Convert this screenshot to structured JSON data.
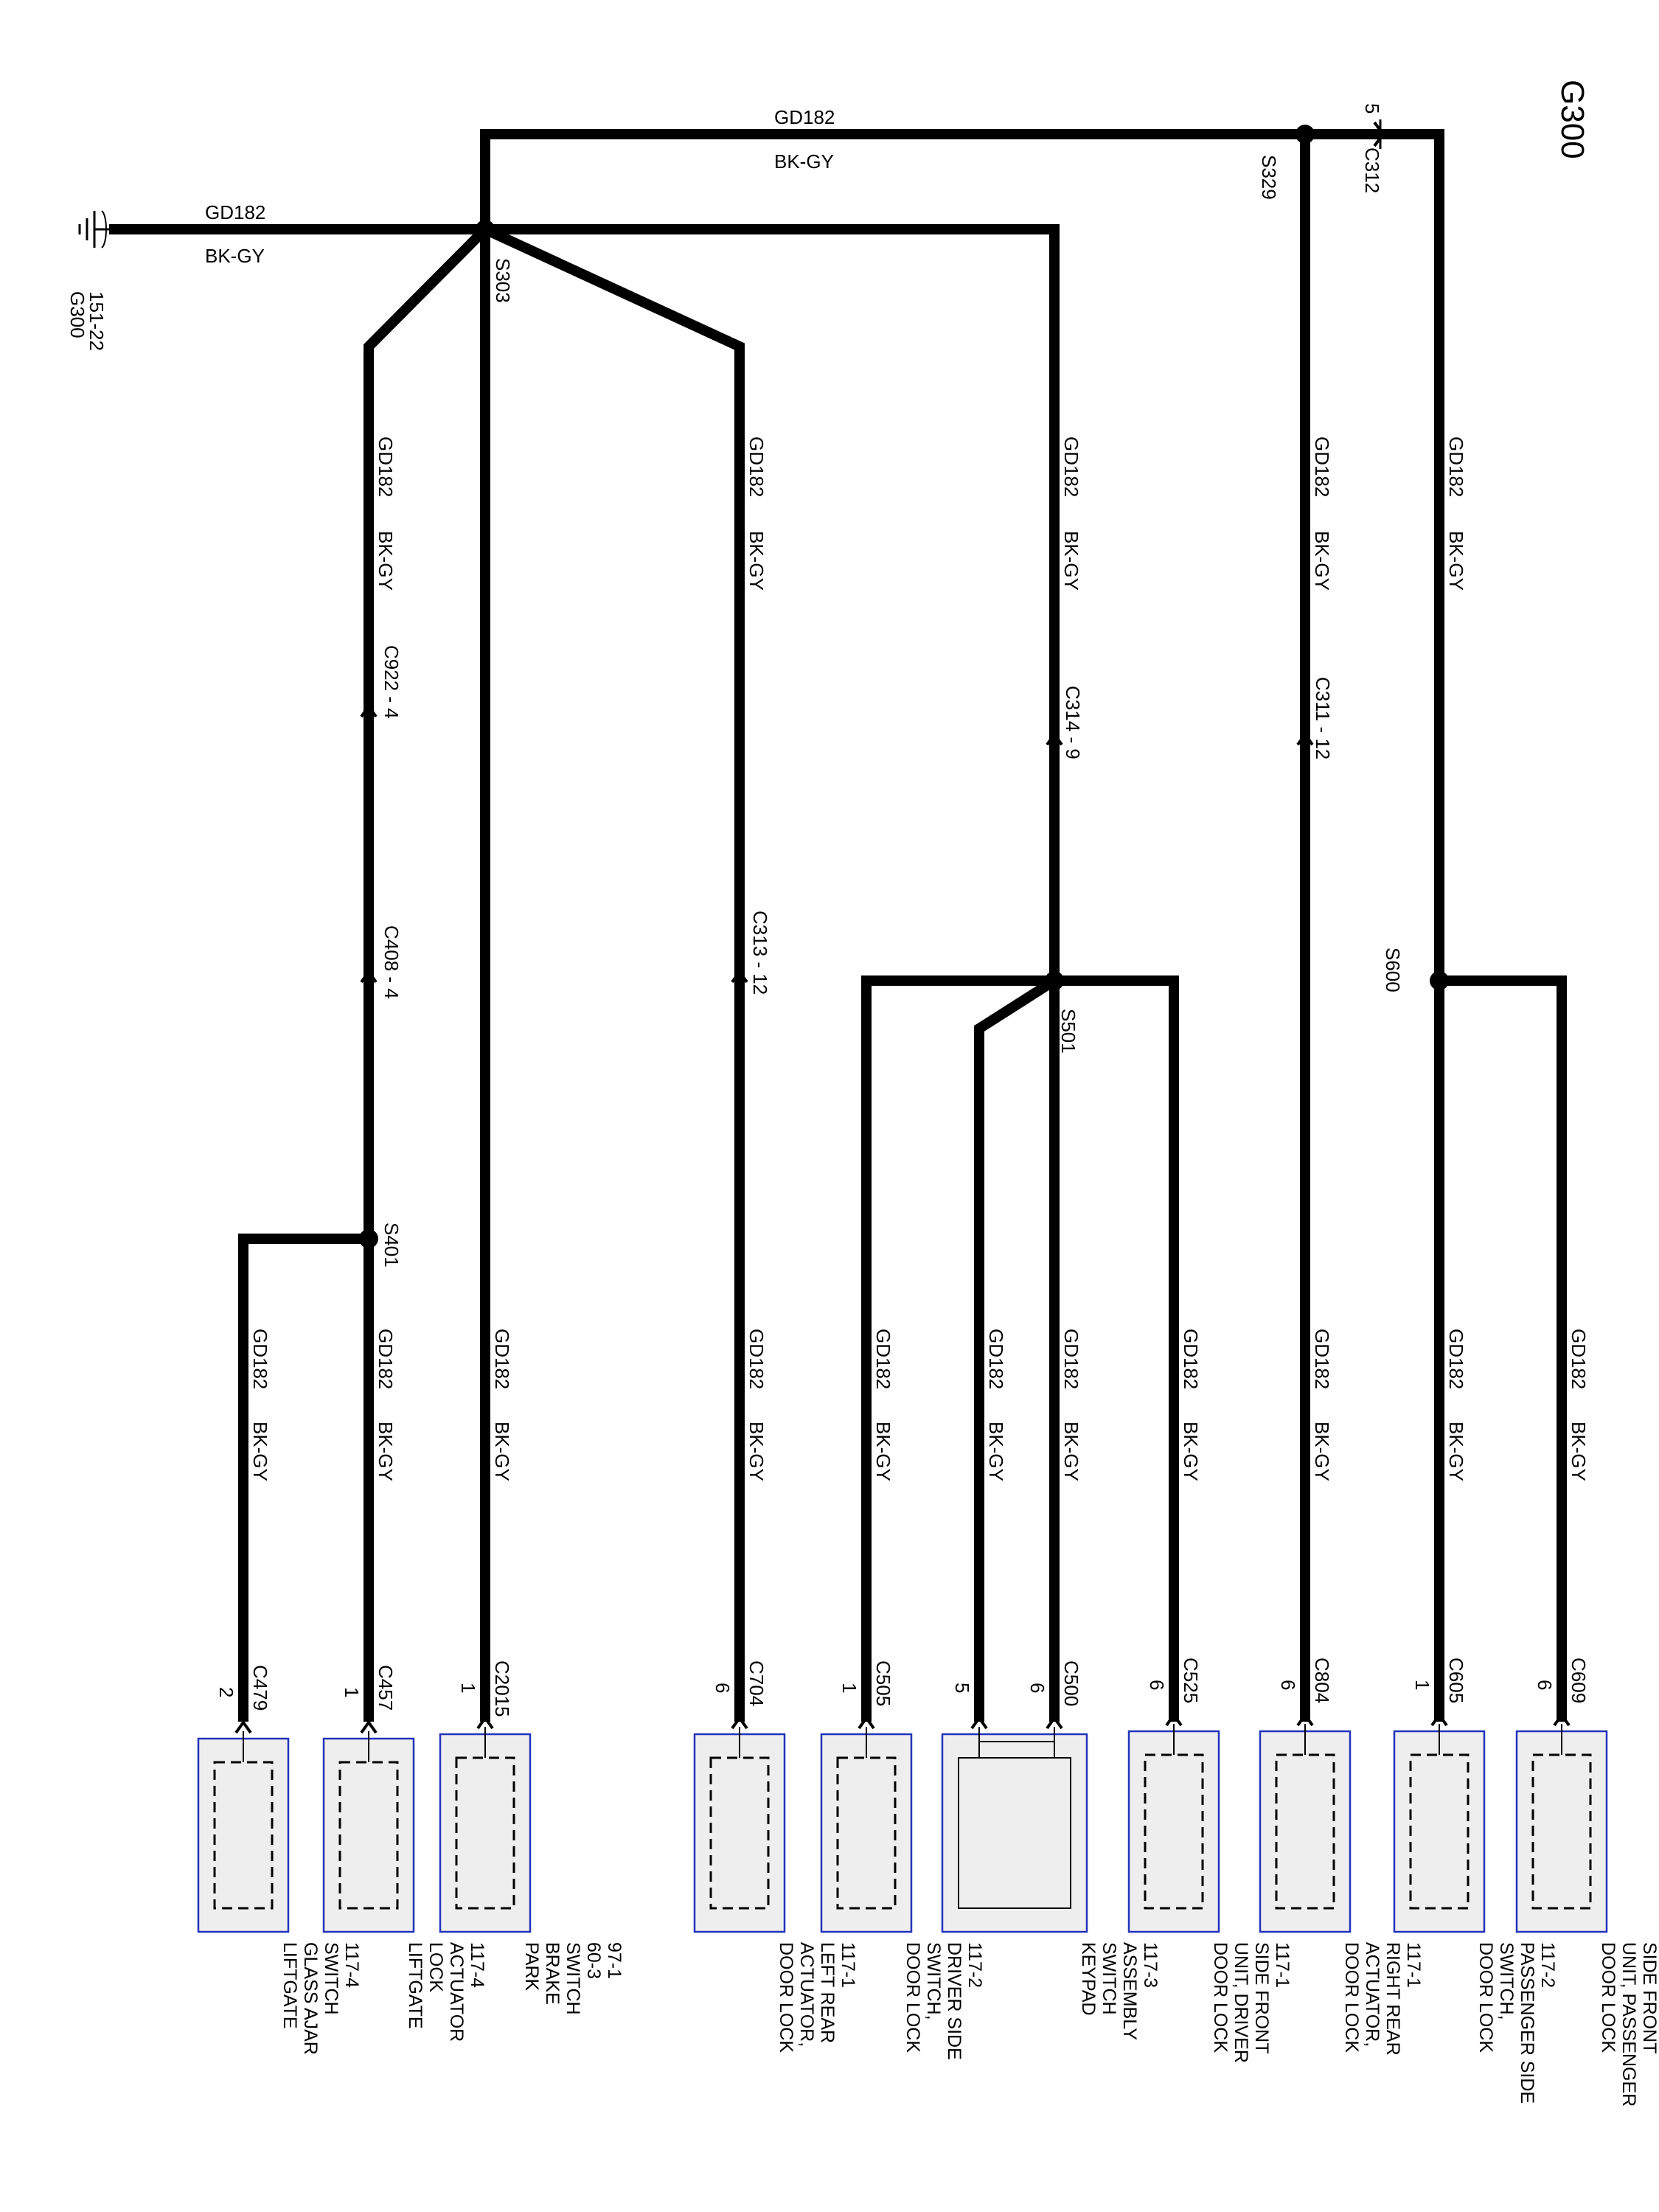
{
  "title": "G300",
  "ground": {
    "name": "G300",
    "ref": "151-22",
    "wire": "GD182",
    "color": "BK-GY"
  },
  "wire": {
    "circuit": "GD182",
    "color": "BK-GY"
  },
  "splices": {
    "s303": "S303",
    "s329": "S329",
    "s401": "S401",
    "s501": "S501",
    "s600": "S600"
  },
  "connector_c312": {
    "name": "C312",
    "pin": "5"
  },
  "inline_connectors": {
    "c922": "C922 - 4",
    "c408": "C408 - 4",
    "c313": "C313 - 12",
    "c314": "C314 - 9",
    "c311": "C311 - 12"
  },
  "components": [
    {
      "connector": "C479",
      "pin": "2",
      "label": "LIFTGATE\nGLASS AJAR\nSWITCH\n117-4"
    },
    {
      "connector": "C457",
      "pin": "1",
      "label": "LIFTGATE\nLOCK\nACTUATOR\n117-4"
    },
    {
      "connector": "C2015",
      "pin": "1",
      "label": "PARK\nBRAKE\nSWITCH\n60-3\n97-1"
    },
    {
      "connector": "C704",
      "pin": "6",
      "label": "DOOR LOCK\nACTUATOR,\nLEFT REAR\n117-1"
    },
    {
      "connector": "C505",
      "pin": "1",
      "label": "DOOR LOCK\nSWITCH,\nDRIVER SIDE\n117-2"
    },
    {
      "connector": "C500",
      "pin": "6",
      "pin2": "5",
      "label": "KEYPAD\nSWITCH\nASSEMBLY\n117-3"
    },
    {
      "connector": "C525",
      "pin": "6",
      "label": "DOOR LOCK\nUNIT, DRIVER\nSIDE FRONT\n117-1"
    },
    {
      "connector": "C804",
      "pin": "6",
      "label": "DOOR LOCK\nACTUATOR,\nRIGHT REAR\n117-1"
    },
    {
      "connector": "C605",
      "pin": "1",
      "label": "DOOR LOCK\nSWITCH,\nPASSENGER SIDE\n117-2"
    },
    {
      "connector": "C609",
      "pin": "6",
      "label": "DOOR LOCK\nUNIT, PASSENGER\nSIDE FRONT\n117-2"
    }
  ]
}
